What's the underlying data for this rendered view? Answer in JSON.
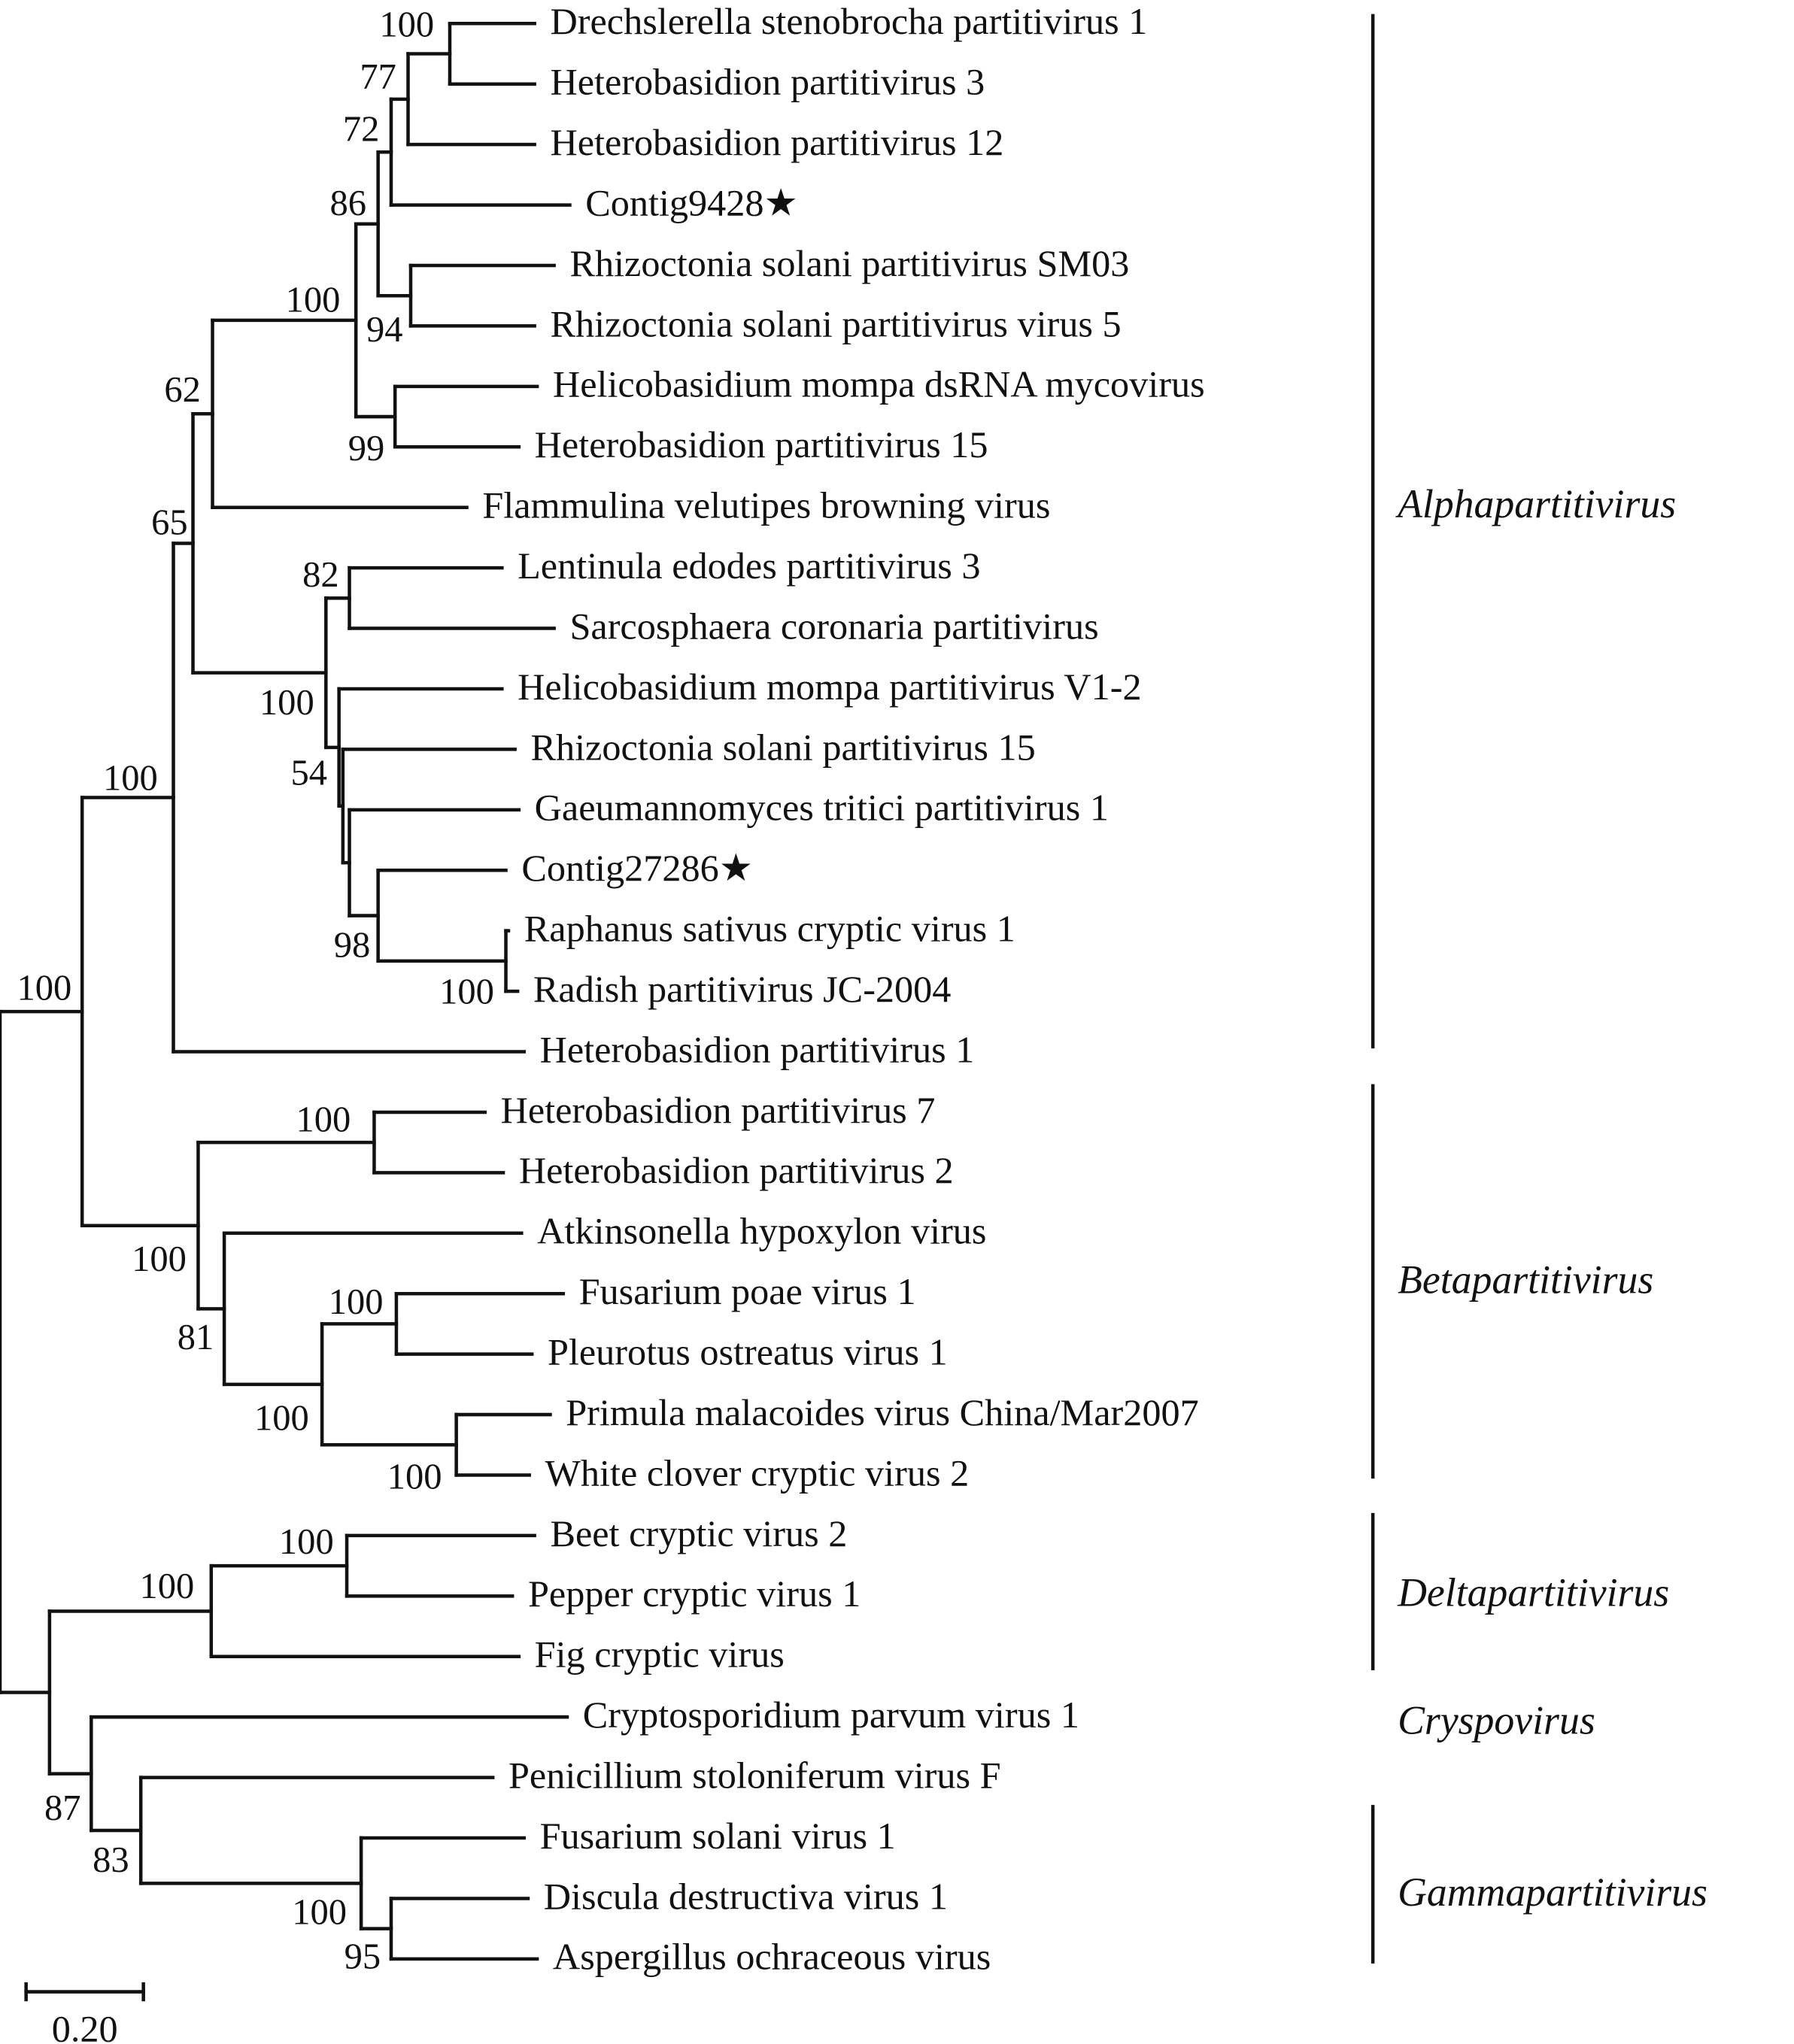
{
  "leaves": [
    "Drechslerella stenobrocha partitivirus 1",
    "Heterobasidion partitivirus 3",
    "Heterobasidion partitivirus 12",
    "Contig9428★",
    "Rhizoctonia solani partitivirus SM03",
    "Rhizoctonia solani partitivirus virus 5",
    "Helicobasidium mompa dsRNA mycovirus",
    "Heterobasidion partitivirus 15",
    "Flammulina velutipes browning virus",
    "Lentinula edodes partitivirus 3",
    "Sarcosphaera coronaria partitivirus",
    "Helicobasidium mompa partitivirus V1-2",
    "Rhizoctonia solani partitivirus 15",
    "Gaeumannomyces tritici partitivirus 1",
    "Contig27286★",
    "Raphanus sativus cryptic virus 1",
    "Radish partitivirus JC-2004",
    "Heterobasidion partitivirus 1",
    "Heterobasidion partitivirus 7",
    "Heterobasidion partitivirus 2",
    "Atkinsonella hypoxylon virus",
    "Fusarium poae virus 1",
    "Pleurotus ostreatus virus 1",
    "Primula malacoides virus China/Mar2007",
    "White clover cryptic virus 2",
    "Beet cryptic virus 2",
    "Pepper cryptic virus 1",
    "Fig cryptic virus",
    "Cryptosporidium parvum virus 1",
    "Penicillium stoloniferum virus F",
    "Fusarium solani virus 1",
    "Discula destructiva virus 1",
    "Aspergillus ochraceous virus"
  ],
  "bootstrap": [
    "100",
    "77",
    "72",
    "86",
    "100",
    "94",
    "62",
    "99",
    "65",
    "82",
    "100",
    "54",
    "100",
    "98",
    "100",
    "100",
    "100",
    "100",
    "100",
    "81",
    "100",
    "100",
    "100",
    "100",
    "87",
    "83",
    "100",
    "95"
  ],
  "clades": [
    "Alphapartitivirus",
    "Betapartitivirus",
    "Deltapartitivirus",
    "Cryspovirus",
    "Gammapartitivirus"
  ],
  "scale_bar": {
    "label": "0.20"
  }
}
